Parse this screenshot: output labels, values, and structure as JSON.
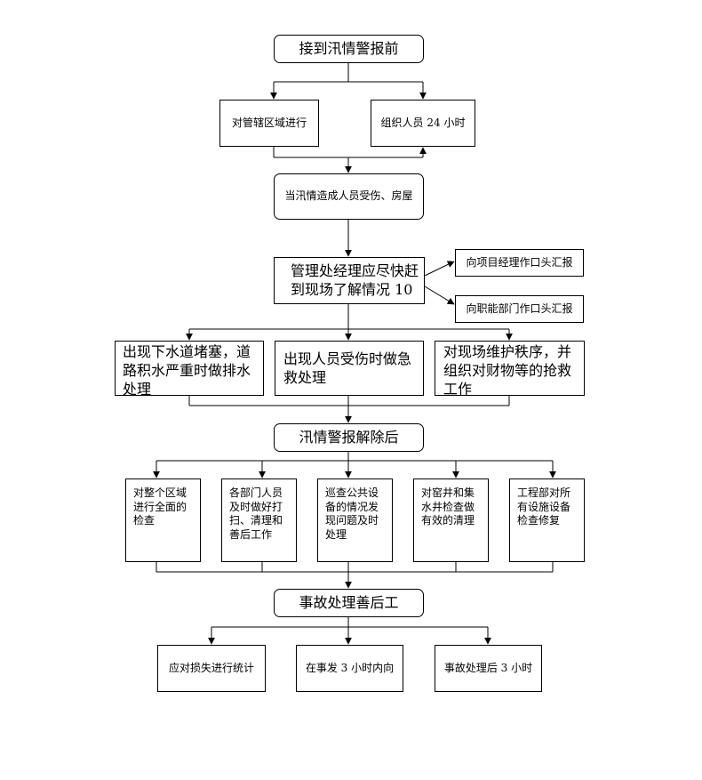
{
  "nodes": {
    "start": "接到汛情警报前",
    "region": "对管辖区域进行",
    "staff24h": "组织人员 24 小时",
    "injury": "当汛情造成人员受伤、房屋",
    "manager_line1": "管理处经理应尽快赶",
    "manager_line2": "到现场了解情况 10",
    "report_project": "向项目经理作口头汇报",
    "report_dept": "向职能部门作口头汇报",
    "drain_line1": "出现下水道堵塞，道",
    "drain_line2": "路积水严重时做排水",
    "drain_line3": "处理",
    "firstaid_line1": "出现人员受伤时做急",
    "firstaid_line2": "救处理",
    "order_line1": "对现场维护秩序，并",
    "order_line2": "组织对财物等的抢救",
    "order_line3": "工作",
    "alarm_lifted": "汛情警报解除后",
    "check_all_line1": "对整个区域",
    "check_all_line2": "进行全面的",
    "check_all_line3": "检查",
    "cleanup_line1": "各部门人员",
    "cleanup_line2": "及时做好打",
    "cleanup_line3": "扫、清理和",
    "cleanup_line4": "善后工作",
    "patrol_line1": "巡查公共设",
    "patrol_line2": "备的情况发",
    "patrol_line3": "现问题及时",
    "patrol_line4": "处理",
    "wells_line1": "对窑井和集",
    "wells_line2": "水井检查做",
    "wells_line3": "有效的清理",
    "engineering_line1": "工程部对所",
    "engineering_line2": "有设施设备",
    "engineering_line3": "检查修复",
    "aftermath": "事故处理善后工",
    "loss_stats": "应对损失进行统计",
    "within3h": "在事发 3 小时内向",
    "after3h": "事故处理后 3 小时"
  },
  "colors": {
    "line": "#000000",
    "box_border": "#000000",
    "background": "#ffffff"
  }
}
